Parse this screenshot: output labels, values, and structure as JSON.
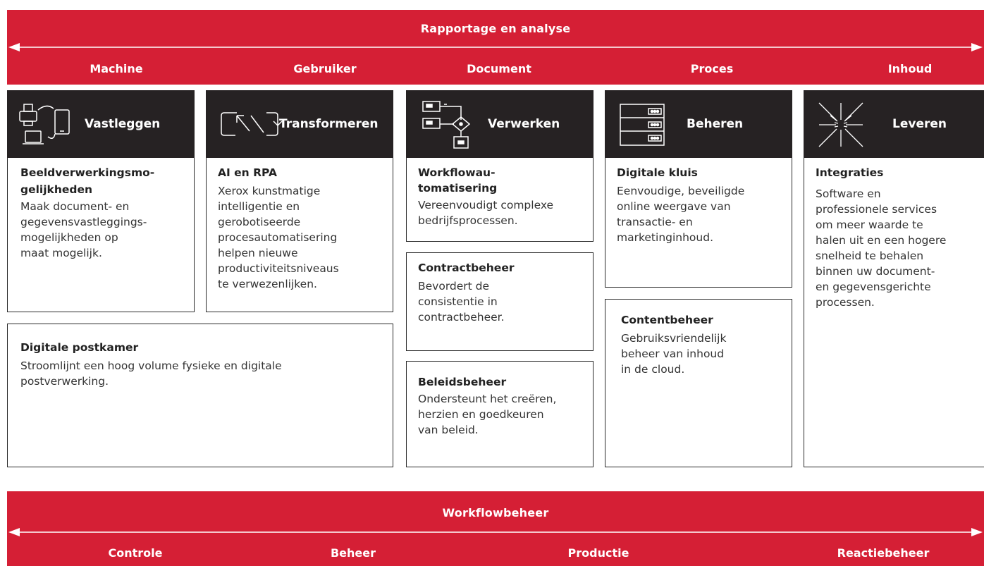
{
  "top_band": {
    "title": "Rapportage en analyse",
    "labels": [
      "Machine",
      "Gebruiker",
      "Document",
      "Proces",
      "Inhoud"
    ]
  },
  "columns": [
    {
      "header": "Vastleggen",
      "icon": "devices-icon"
    },
    {
      "header": "Transformeren",
      "icon": "transform-arrows-icon"
    },
    {
      "header": "Verwerken",
      "icon": "workflow-icon"
    },
    {
      "header": "Beheren",
      "icon": "server-icon"
    },
    {
      "header": "Leveren",
      "icon": "burst-icon"
    }
  ],
  "boxes": {
    "beeldverwerking": {
      "title1": "Beeldverwerkingsmo-",
      "title2": "gelijkheden",
      "lines": [
        "Maak document- en",
        "gegevensvastleggings-",
        "mogelijkheden op",
        "maat mogelijk."
      ]
    },
    "ai_rpa": {
      "title": "AI en RPA",
      "lines": [
        "Xerox kunstmatige",
        "intelligentie en",
        "gerobotiseerde",
        "procesautomatisering",
        "helpen nieuwe",
        "productiviteitsniveaus",
        "te verwezenlijken."
      ]
    },
    "postkamer": {
      "title": "Digitale postkamer",
      "lines": [
        "Stroomlijnt een hoog volume fysieke en digitale",
        "postverwerking."
      ]
    },
    "workflow": {
      "title1": "Workflowau-",
      "title2": "tomatisering",
      "lines": [
        "Vereenvoudigt complexe",
        "bedrijfsprocessen."
      ]
    },
    "contract": {
      "title": "Contractbeheer",
      "lines": [
        "Bevordert de",
        "consistentie in",
        "contractbeheer."
      ]
    },
    "beleid": {
      "title": "Beleidsbeheer",
      "lines": [
        "Ondersteunt het creëren,",
        "herzien en goedkeuren",
        "van beleid."
      ]
    },
    "kluis": {
      "title": "Digitale kluis",
      "lines": [
        "Eenvoudige, beveiligde",
        "online weergave van",
        "transactie- en",
        "marketinginhoud."
      ]
    },
    "content": {
      "title": "Contentbeheer",
      "lines": [
        "Gebruiksvriendelijk",
        "beheer van inhoud",
        "in de cloud."
      ]
    },
    "integraties": {
      "title": "Integraties",
      "lines": [
        "Software en",
        "professionele services",
        "om meer waarde te",
        "halen uit en een hogere",
        "snelheid te behalen",
        "binnen uw document-",
        "en gegevensgerichte",
        "processen."
      ]
    }
  },
  "bottom_band": {
    "title": "Workflowbeheer",
    "labels": [
      "Controle",
      "Beheer",
      "Productie",
      "Reactiebeheer"
    ]
  },
  "colors": {
    "accent_red": "#d51f35",
    "header_dark": "#262223"
  }
}
